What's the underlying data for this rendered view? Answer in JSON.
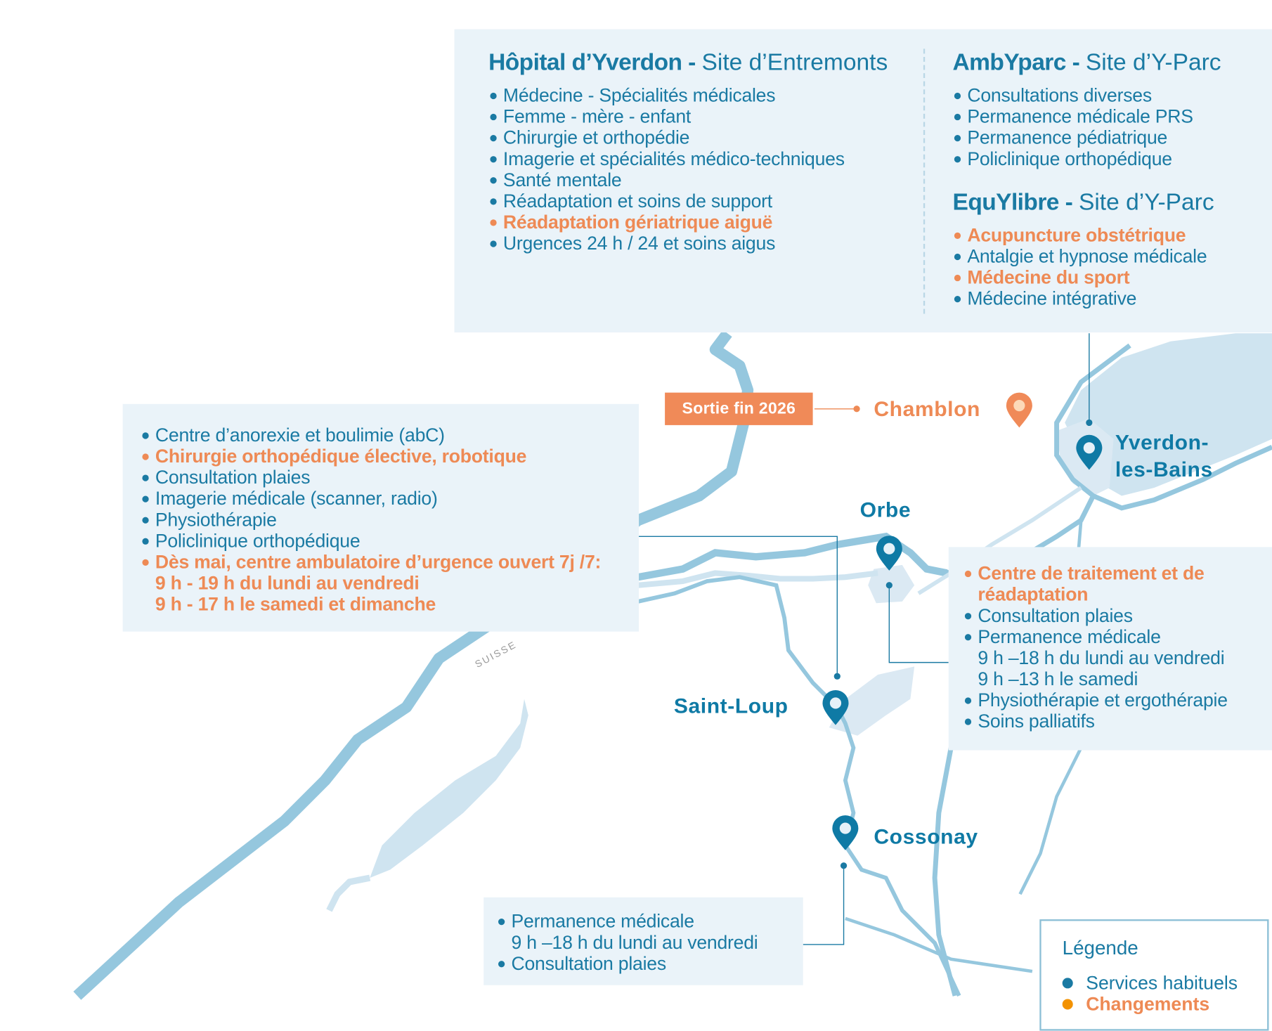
{
  "colors": {
    "primary_blue": "#1a7aa3",
    "place_blue": "#0f7aa5",
    "change_orange": "#ee8a55",
    "panel_bg": "#eaf3f9",
    "river": "#95c7de",
    "lake": "#cfe4f0"
  },
  "top_panel": {
    "left_site": {
      "name": "Hôpital d’Yverdon",
      "separator": " - ",
      "site": "Site d’Entremonts",
      "items": [
        {
          "text": "Médecine - Spécialités médicales",
          "type": "usual"
        },
        {
          "text": "Femme - mère - enfant",
          "type": "usual"
        },
        {
          "text": "Chirurgie et orthopédie",
          "type": "usual"
        },
        {
          "text": "Imagerie et spécialités médico-techniques",
          "type": "usual"
        },
        {
          "text": "Santé mentale",
          "type": "usual"
        },
        {
          "text": "Réadaptation et soins de support",
          "type": "usual"
        },
        {
          "text": "Réadaptation gériatrique aiguë",
          "type": "change"
        },
        {
          "text": "Urgences 24 h / 24 et soins aigus",
          "type": "usual"
        }
      ]
    },
    "ambyparc": {
      "name": "AmbYparc",
      "separator": " - ",
      "site": "Site d’Y-Parc",
      "items": [
        {
          "text": "Consultations diverses",
          "type": "usual"
        },
        {
          "text": "Permanence médicale PRS",
          "type": "usual"
        },
        {
          "text": "Permanence pédiatrique",
          "type": "usual"
        },
        {
          "text": "Policlinique orthopédique",
          "type": "usual"
        }
      ]
    },
    "equylibre": {
      "name": "EquYlibre",
      "separator": " - ",
      "site": "Site d’Y-Parc",
      "items": [
        {
          "text": "Acupuncture obstétrique",
          "type": "change"
        },
        {
          "text": "Antalgie et hypnose médicale",
          "type": "usual"
        },
        {
          "text": "Médecine du sport",
          "type": "change"
        },
        {
          "text": "Médecine intégrative",
          "type": "usual"
        }
      ]
    }
  },
  "chamblon": {
    "badge": "Sortie fin 2026",
    "place": "Chamblon"
  },
  "places": {
    "yverdon_line1": "Yverdon-",
    "yverdon_line2": "les-Bains",
    "orbe": "Orbe",
    "saint_loup": "Saint-Loup",
    "cossonay": "Cossonay",
    "country": "SUISSE"
  },
  "orbe_panel": {
    "items": [
      {
        "text": "Centre d’anorexie et boulimie (abC)",
        "type": "usual"
      },
      {
        "text": "Chirurgie orthopédique élective, robotique",
        "type": "change"
      },
      {
        "text": "Consultation plaies",
        "type": "usual"
      },
      {
        "text": "Imagerie médicale (scanner, radio)",
        "type": "usual"
      },
      {
        "text": "Physiothérapie",
        "type": "usual"
      },
      {
        "text": "Policlinique orthopédique",
        "type": "usual"
      },
      {
        "text": "Dès mai, centre ambulatoire d’urgence ouvert 7j /7:",
        "type": "change"
      },
      {
        "text": "9 h - 19 h du lundi au vendredi",
        "type": "change-cont"
      },
      {
        "text": "9 h - 17 h le samedi et dimanche",
        "type": "change-cont"
      }
    ]
  },
  "saint_loup_panel": {
    "items": [
      {
        "text": "Centre de traitement et de",
        "type": "change"
      },
      {
        "text": "réadaptation",
        "type": "change-cont"
      },
      {
        "text": "Consultation plaies",
        "type": "usual"
      },
      {
        "text": "Permanence médicale",
        "type": "usual"
      },
      {
        "text": "9 h –18 h du lundi au vendredi",
        "type": "cont"
      },
      {
        "text": "9 h –13 h le samedi",
        "type": "cont"
      },
      {
        "text": "Physiothérapie et ergothérapie",
        "type": "usual"
      },
      {
        "text": "Soins palliatifs",
        "type": "usual"
      }
    ]
  },
  "cossonay_panel": {
    "items": [
      {
        "text": "Permanence médicale",
        "type": "usual"
      },
      {
        "text": "9 h –18 h du lundi au vendredi",
        "type": "cont"
      },
      {
        "text": "Consultation plaies",
        "type": "usual"
      }
    ]
  },
  "legend": {
    "title": "Légende",
    "usual_label": "Services habituels",
    "usual_color": "#1a7aa3",
    "change_label": "Changements",
    "change_color": "#f39200"
  }
}
